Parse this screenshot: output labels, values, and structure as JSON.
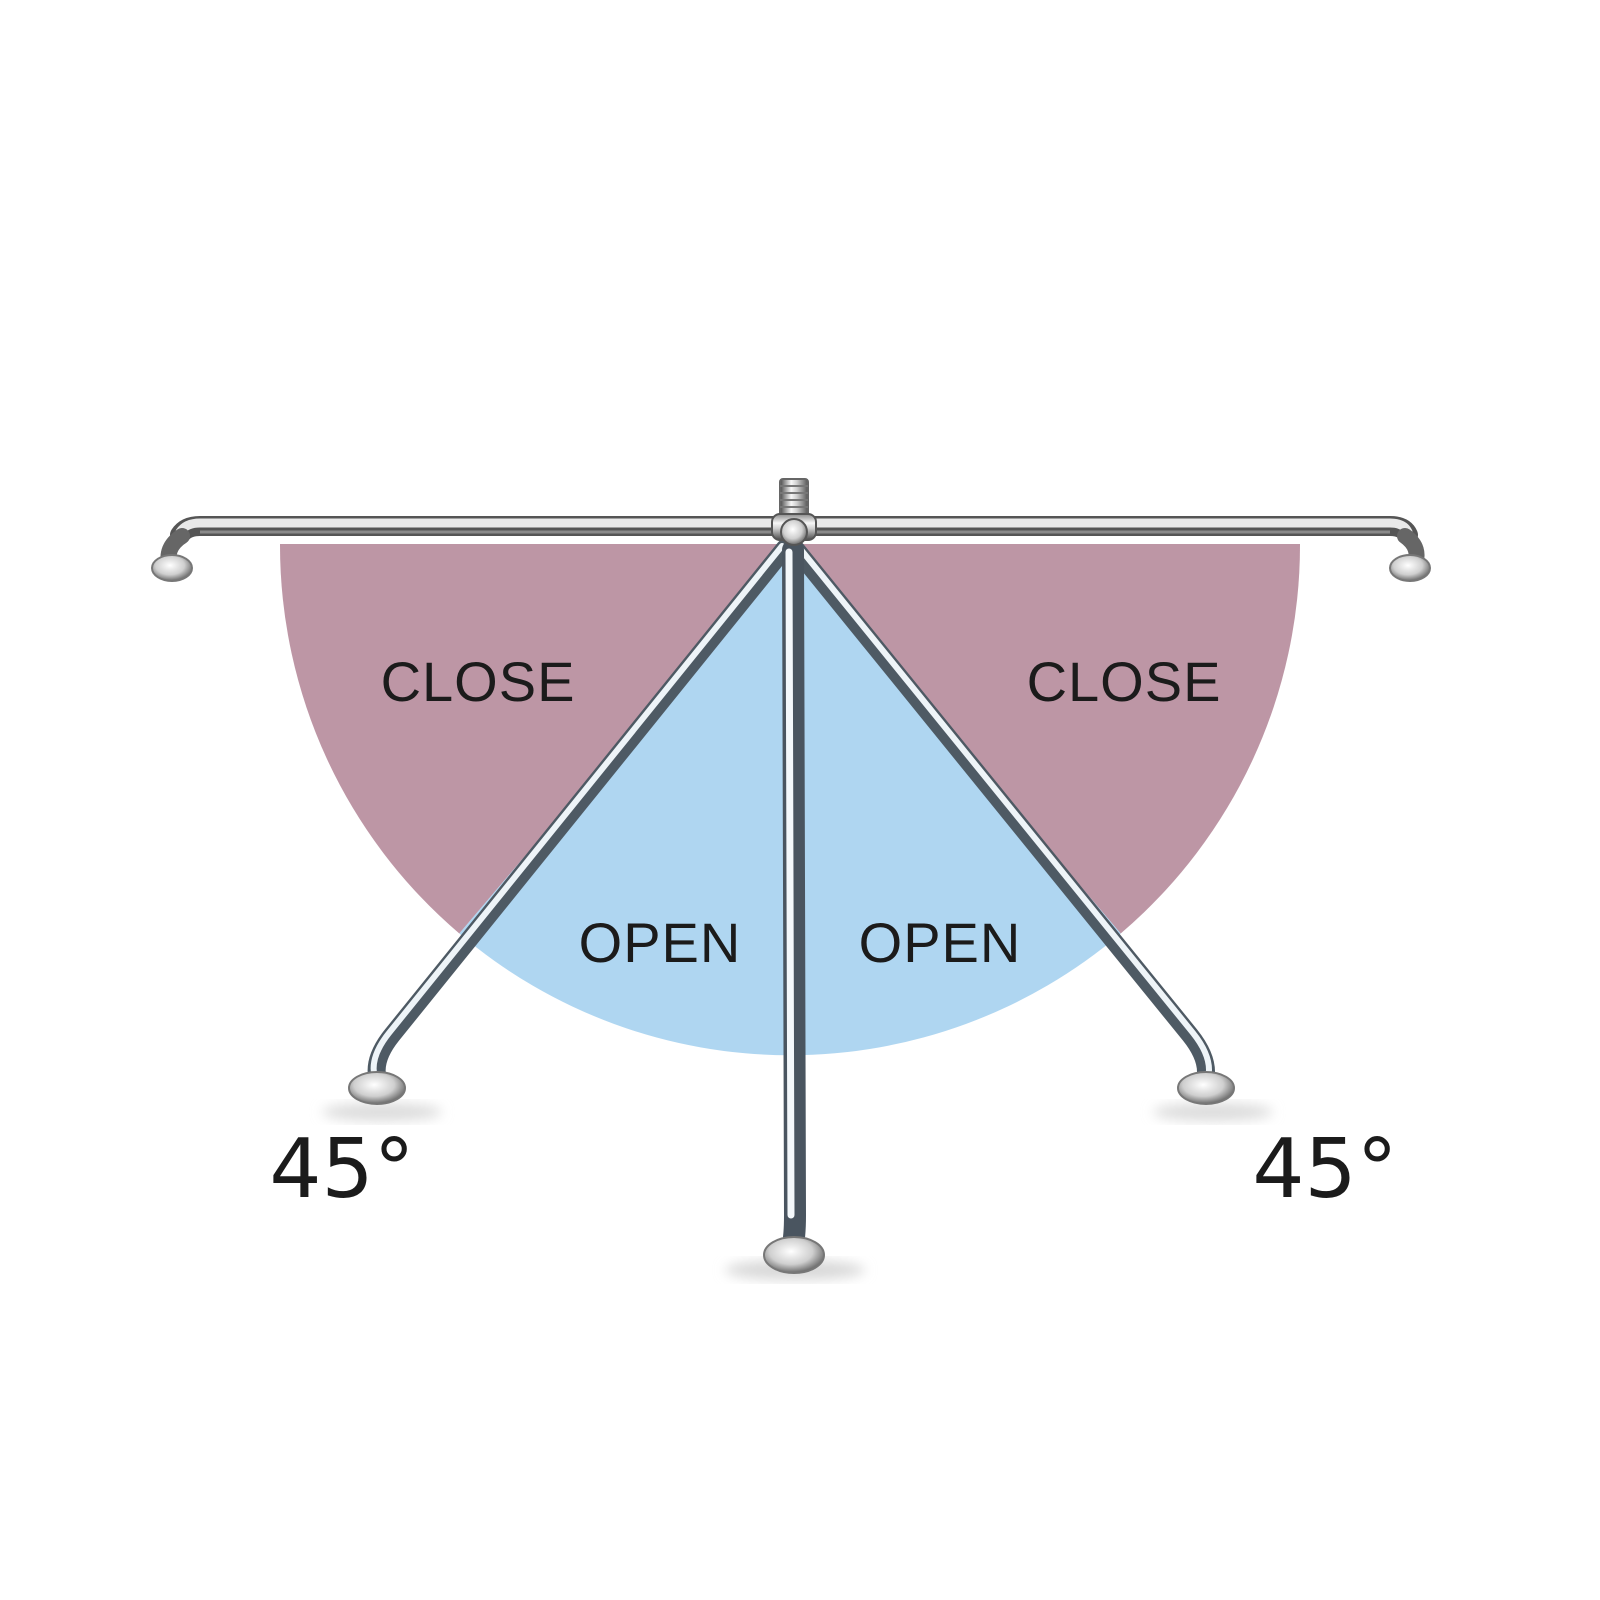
{
  "diagram": {
    "zones": {
      "close_left": "CLOSE",
      "close_right": "CLOSE",
      "open_left": "OPEN",
      "open_right": "OPEN"
    },
    "angles": {
      "left": "45°",
      "right": "45°"
    },
    "colors": {
      "close_zone": "#b48898",
      "open_zone": "#a8d2f0",
      "chrome_light": "#f2f2f2",
      "chrome_dark": "#5a5a5a",
      "text": "#1b1b1b"
    }
  }
}
